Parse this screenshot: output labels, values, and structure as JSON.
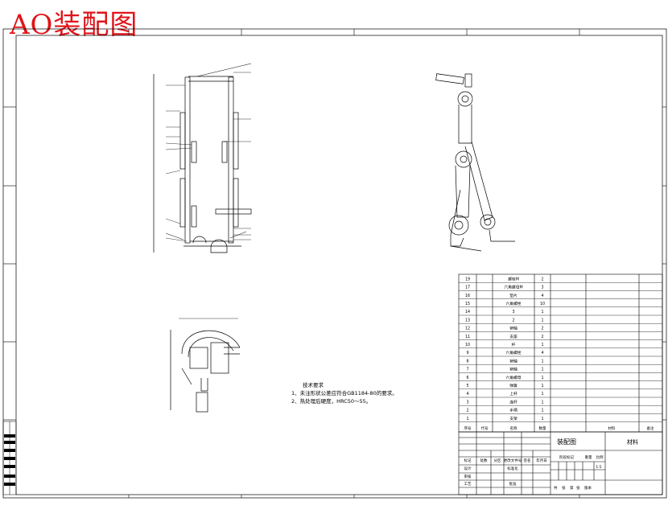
{
  "title": "AO装配图",
  "tech_requirements": {
    "heading": "技术要求",
    "items": [
      "1、未注形状公差应符合GB1184-80的要求。",
      "2、热处理后硬度，HRC50～55。"
    ]
  },
  "parts_list": {
    "rows": [
      {
        "no": "19",
        "name": "螺栓M",
        "qty": "2"
      },
      {
        "no": "17",
        "name": "六角螺母M",
        "qty": "3"
      },
      {
        "no": "16",
        "name": "垫片",
        "qty": "4"
      },
      {
        "no": "15",
        "name": "六角螺栓",
        "qty": "10"
      },
      {
        "no": "14",
        "name": "3",
        "qty": "1"
      },
      {
        "no": "13",
        "name": "2",
        "qty": "1"
      },
      {
        "no": "12",
        "name": "销轴",
        "qty": "2"
      },
      {
        "no": "11",
        "name": "支座",
        "qty": "2"
      },
      {
        "no": "10",
        "name": "杆",
        "qty": "1"
      },
      {
        "no": "9",
        "name": "六角螺栓",
        "qty": "4"
      },
      {
        "no": "8",
        "name": "销轴",
        "qty": "1"
      },
      {
        "no": "7",
        "name": "销轴",
        "qty": "1"
      },
      {
        "no": "6",
        "name": "六角螺母",
        "qty": "1"
      },
      {
        "no": "5",
        "name": "弹簧",
        "qty": "1"
      },
      {
        "no": "4",
        "name": "上杆",
        "qty": "1"
      },
      {
        "no": "3",
        "name": "连杆",
        "qty": "1"
      },
      {
        "no": "2",
        "name": "手柄",
        "qty": "1"
      },
      {
        "no": "1",
        "name": "支架",
        "qty": "1"
      }
    ],
    "header": {
      "no": "序号",
      "code": "代号",
      "name": "名称",
      "qty": "数量",
      "material": "材料",
      "remark": "备注"
    }
  },
  "title_block": {
    "drawing_name": "装配图",
    "material": "材料",
    "row_labels": [
      "标记",
      "处数",
      "分区",
      "更改文件号",
      "签名",
      "年月日"
    ],
    "roles": [
      "设计",
      "审核",
      "工艺"
    ],
    "roles2": [
      "标准化",
      "批准"
    ],
    "stage_labels": [
      "阶段标记",
      "重量",
      "比例"
    ],
    "scale": "1:5",
    "sheet_labels": [
      "共",
      "张",
      "第",
      "张"
    ],
    "version": "版本"
  }
}
